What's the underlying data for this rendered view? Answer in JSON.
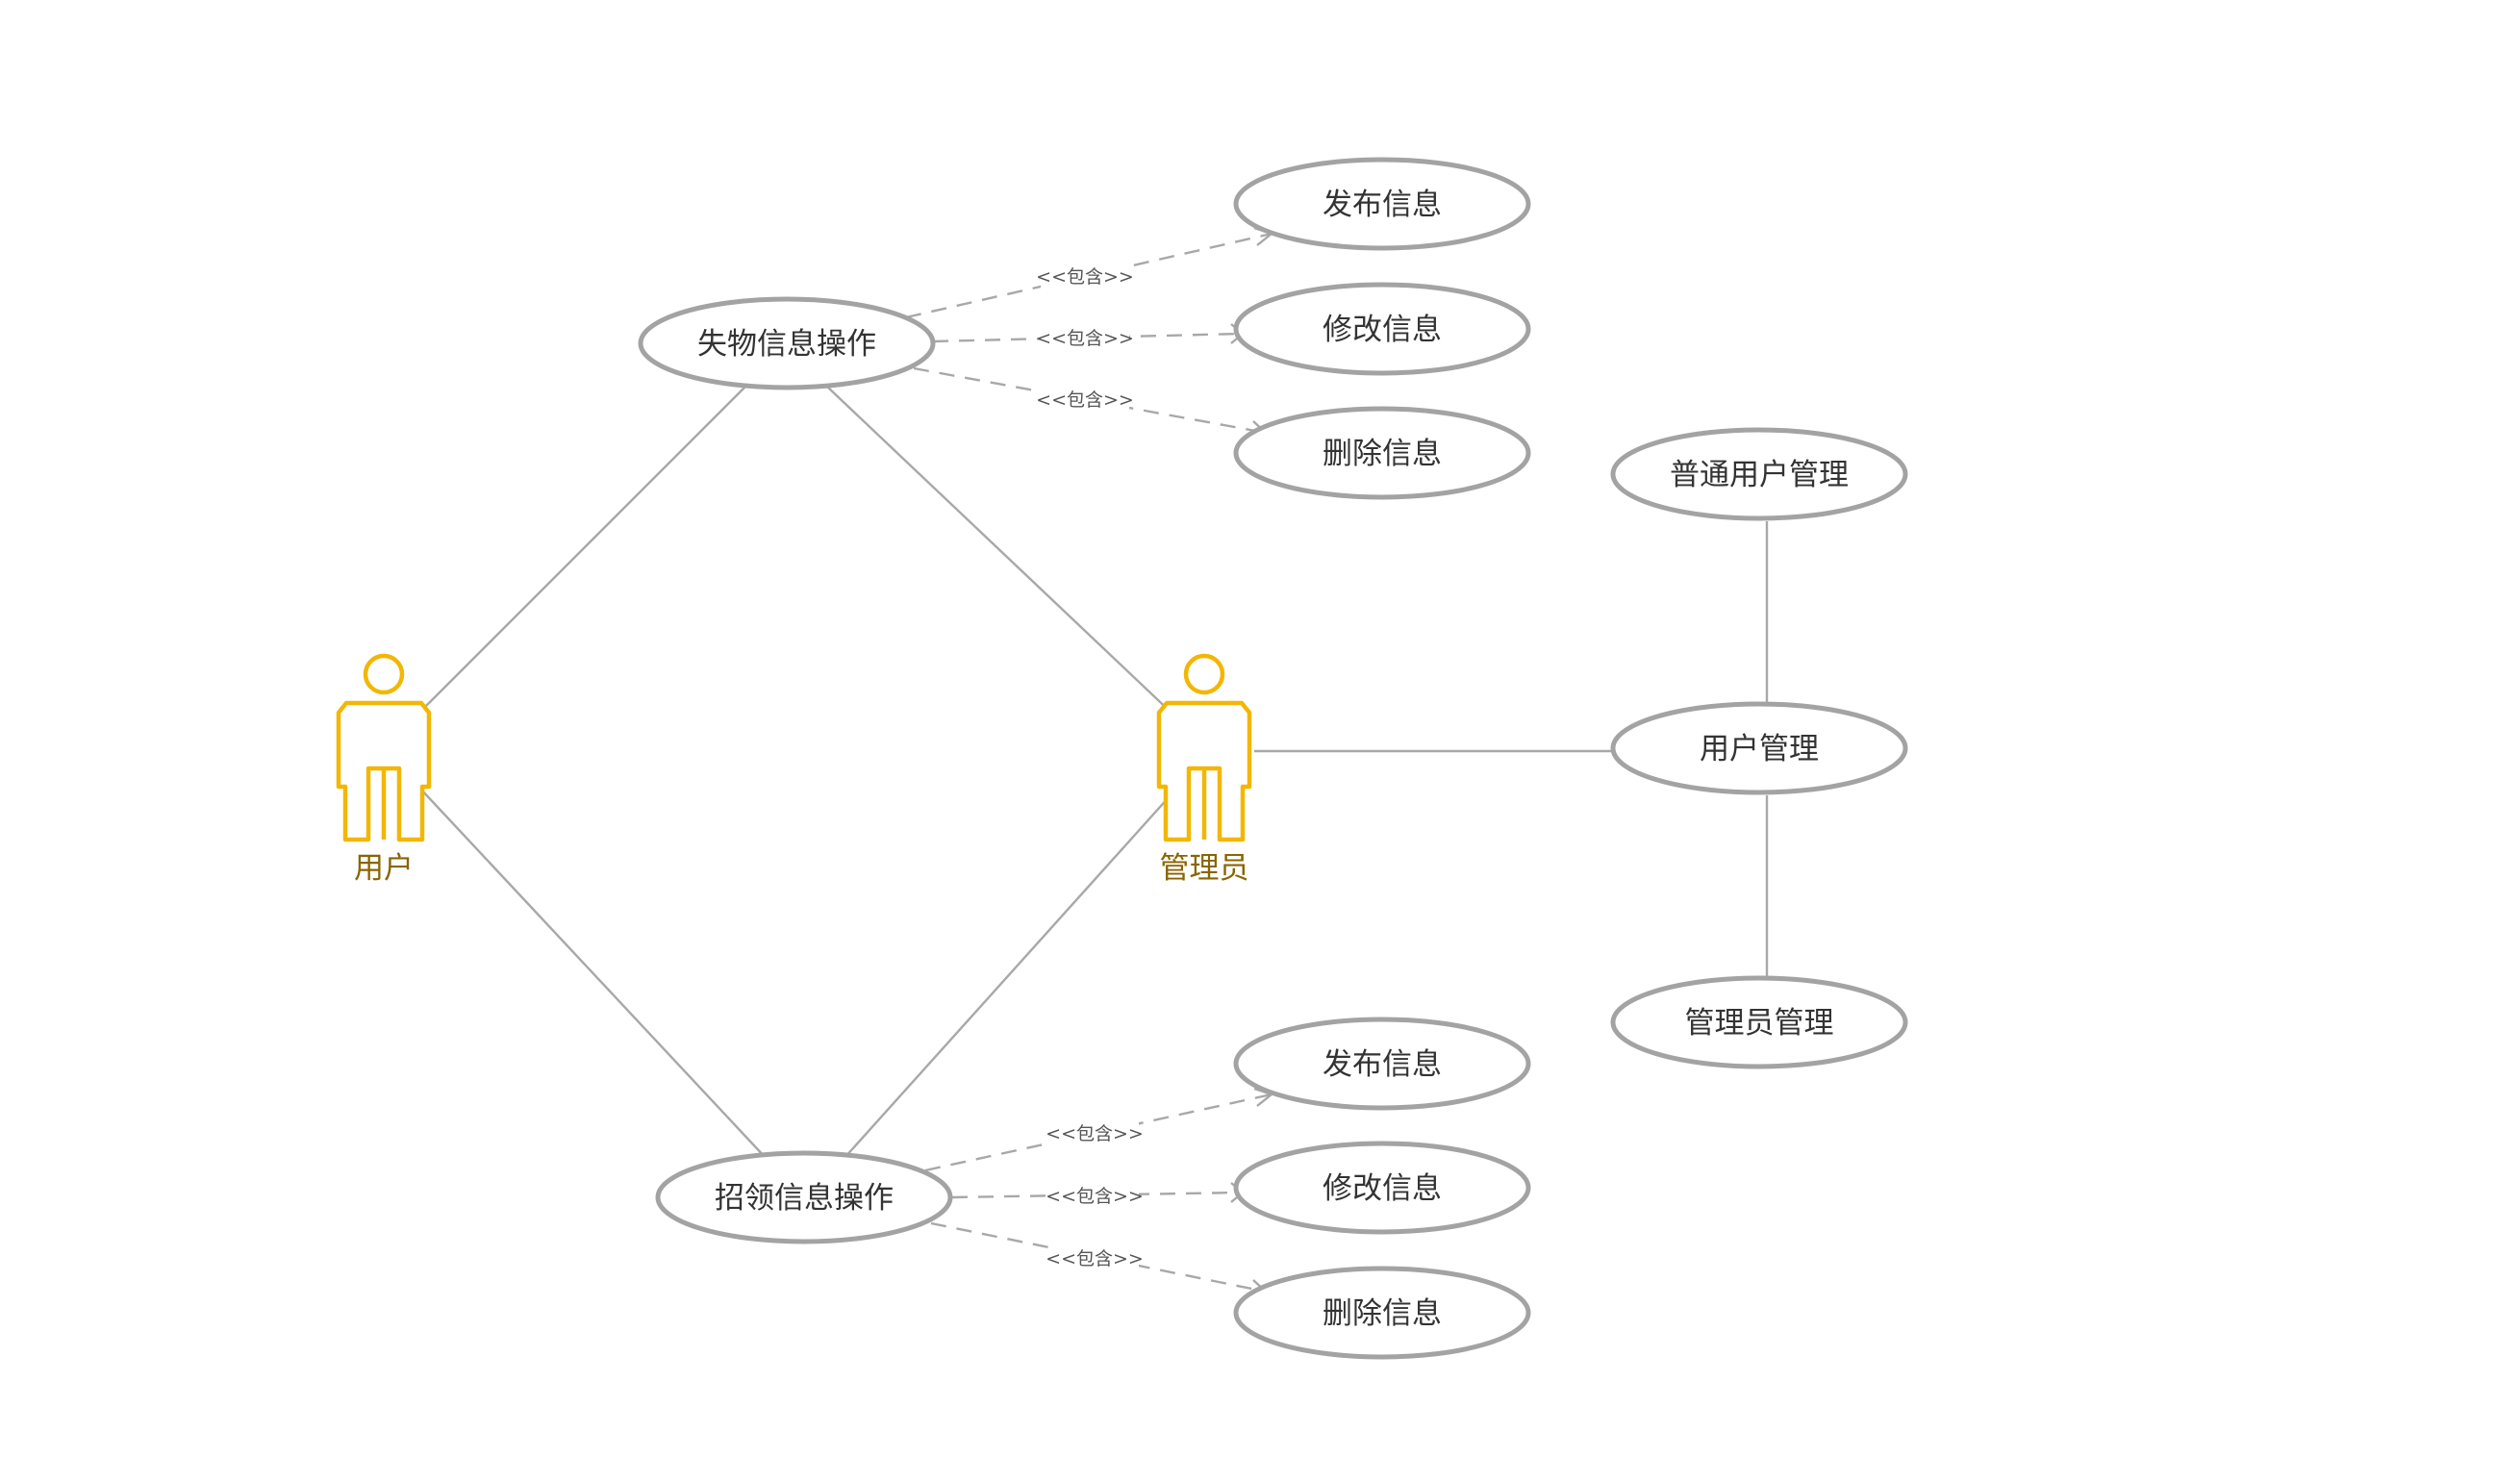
{
  "colors": {
    "actor": "#f2b705",
    "actor_label": "#8a6400",
    "usecase_border": "#a3a3a3",
    "line": "#a8a8a8",
    "text": "#333333"
  },
  "actors": {
    "user": "用户",
    "admin": "管理员"
  },
  "usecases": {
    "lost_ops": "失物信息操作",
    "claim_ops": "招领信息操作",
    "lost_publish": "发布信息",
    "lost_modify": "修改信息",
    "lost_delete": "删除信息",
    "claim_publish": "发布信息",
    "claim_modify": "修改信息",
    "claim_delete": "删除信息",
    "normal_user_mgmt": "普通用户管理",
    "user_mgmt": "用户管理",
    "admin_mgmt": "管理员管理"
  },
  "include_label": "<<包含>>"
}
